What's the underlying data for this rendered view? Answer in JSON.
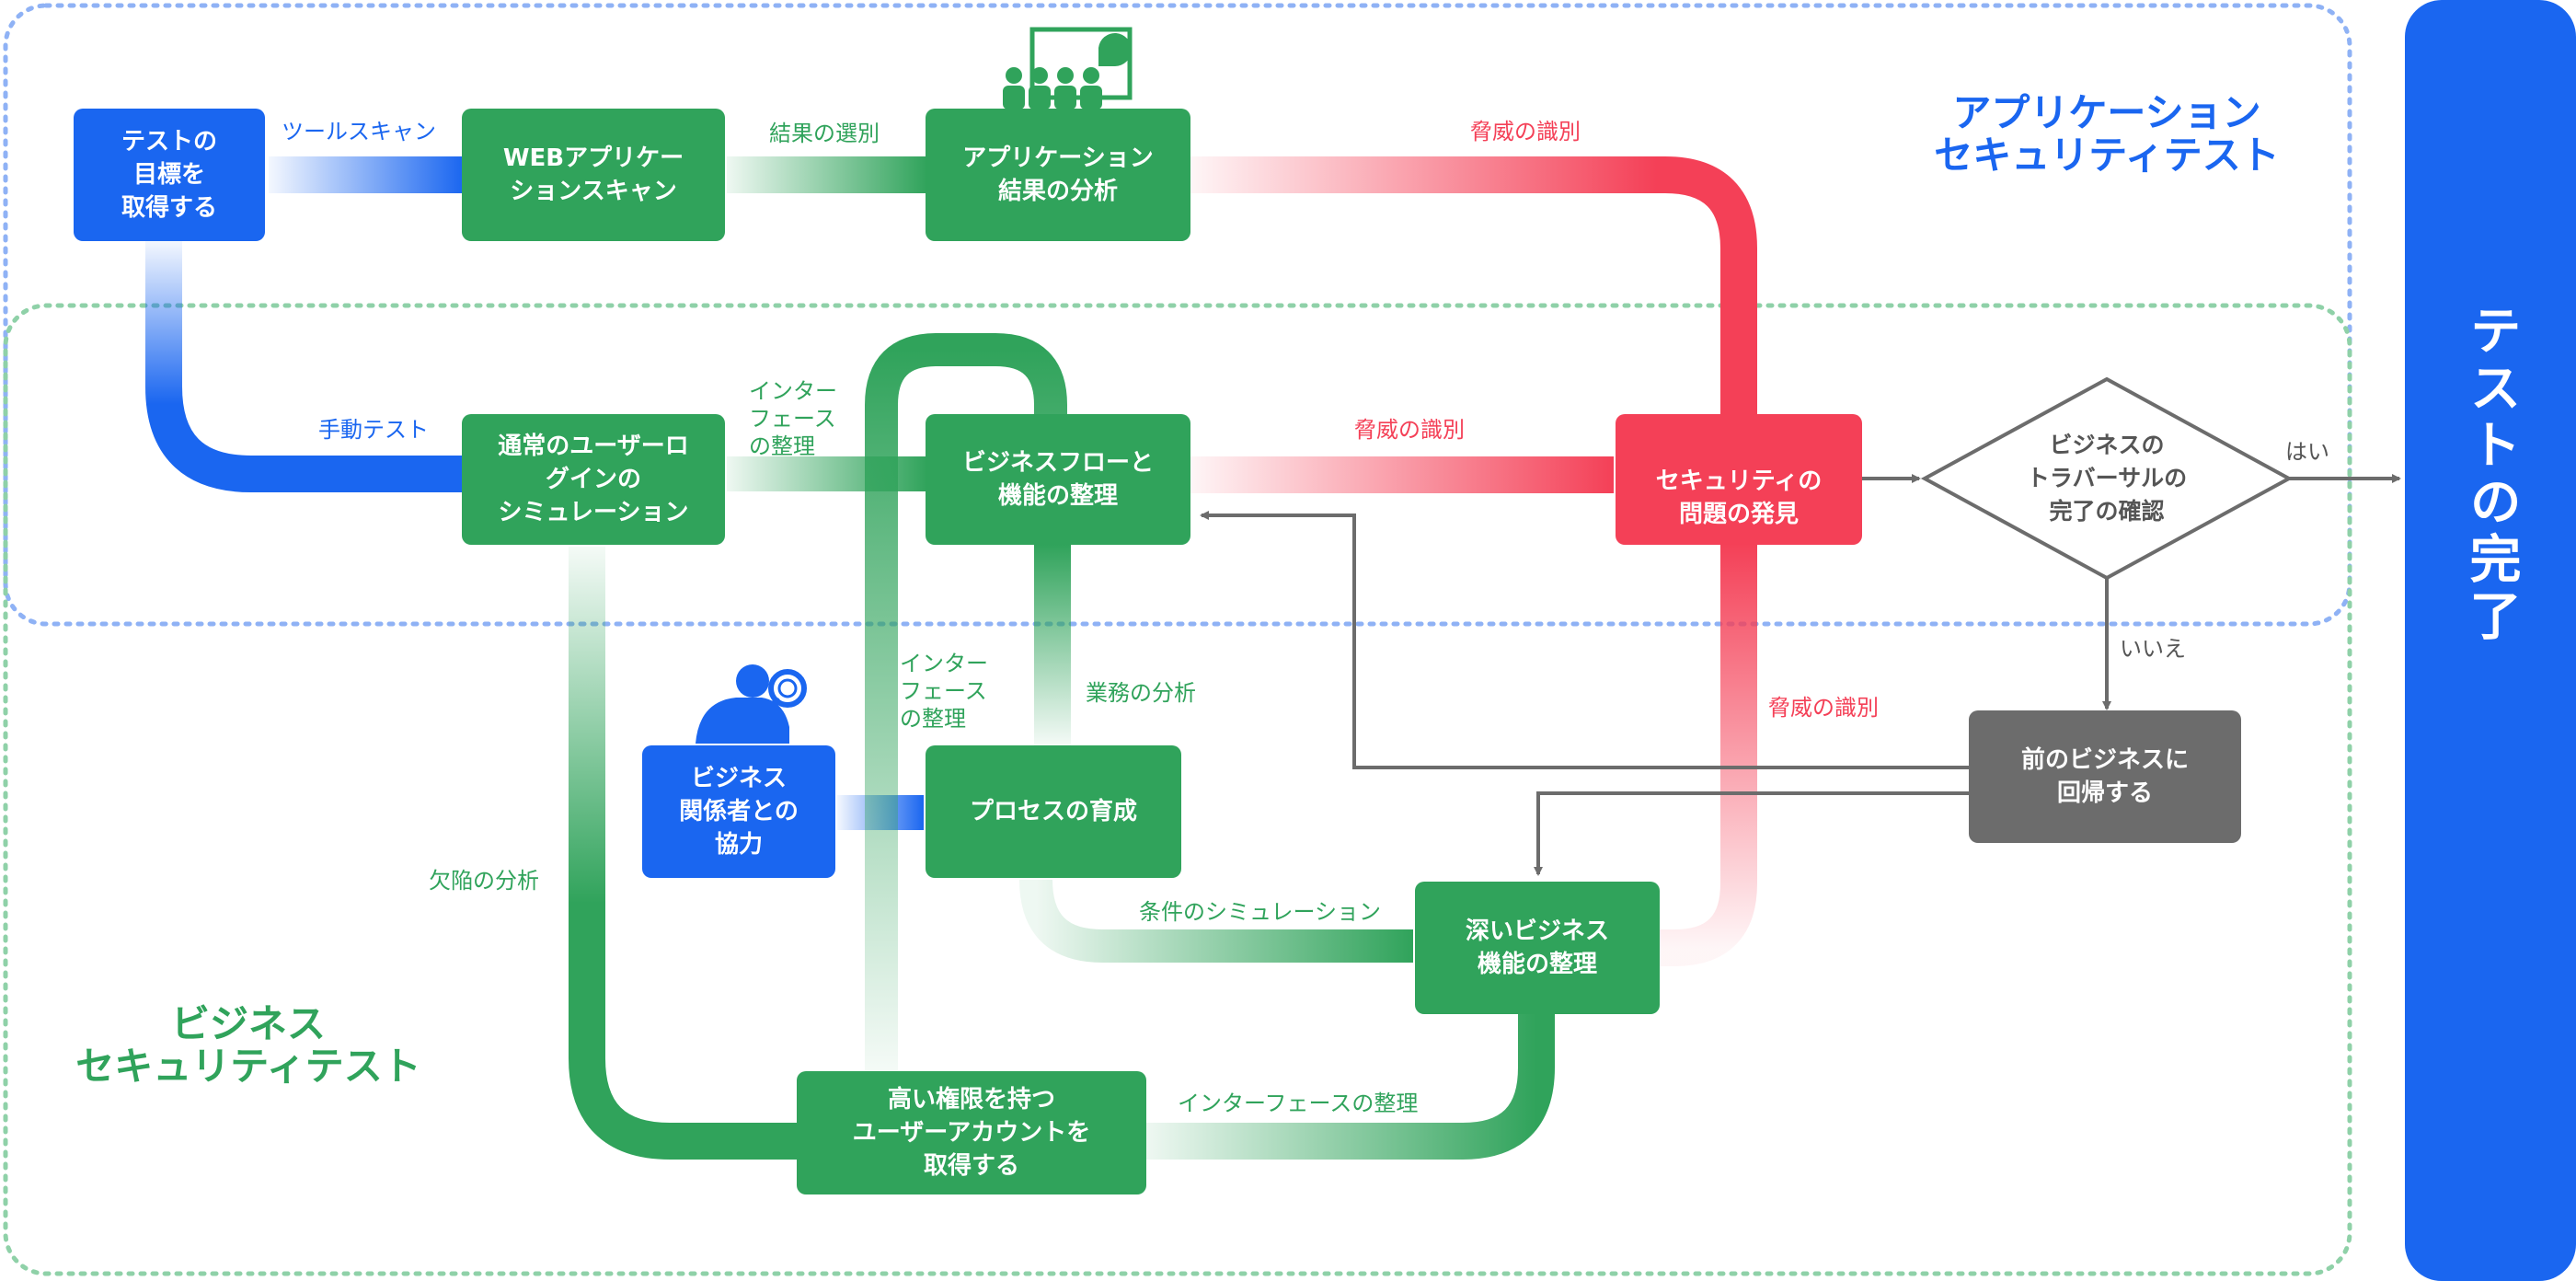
{
  "sections": {
    "app_title": "アプリケーション\nセキュリティテスト",
    "biz_title": "ビジネス\nセキュリティテスト"
  },
  "final": {
    "label": "テストの完了"
  },
  "nodes": {
    "get_goal": "テストの\n目標を\n取得する",
    "web_scan": "WEBアプリケー\nションスキャン",
    "app_analysis": "アプリケーション\n結果の分析",
    "login_sim": "通常のユーザーロ\nグインの\nシミュレーション",
    "biz_flow": "ビジネスフローと\n機能の整理",
    "security_issue": "セキュリティの\n問題の発見",
    "traversal_check": "ビジネスの\nトラバーサルの\n完了の確認",
    "return_prev": "前のビジネスに\n回帰する",
    "stakeholder": "ビジネス\n関係者との\n協力",
    "process": "プロセスの育成",
    "deep_biz": "深いビジネス\n機能の整理",
    "high_priv": "高い権限を持つ\nユーザーアカウントを\n取得する"
  },
  "labels": {
    "tool_scan": "ツールスキャン",
    "result_select": "結果の選別",
    "threat_top": "脅威の識別",
    "manual_test": "手動テスト",
    "interface_top": "インター\nフェース\nの整理",
    "threat_mid": "脅威の識別",
    "yes": "はい",
    "no": "いいえ",
    "threat_right": "脅威の識別",
    "interface_mid": "インター\nフェース\nの整理",
    "task_analysis": "業務の分析",
    "defect_analysis": "欠陥の分析",
    "condition_sim": "条件のシミュレーション",
    "interface_bottom": "インターフェースの整理"
  },
  "colors": {
    "blue": "#1a66f0",
    "green": "#30a35b",
    "red": "#f44057",
    "gray": "#6c6c6c",
    "app_border": "#8fb2f5",
    "biz_border": "#8fd1a8"
  },
  "icons": [
    "presentation-icon",
    "shield-search-icon",
    "person-magnifier-icon"
  ]
}
